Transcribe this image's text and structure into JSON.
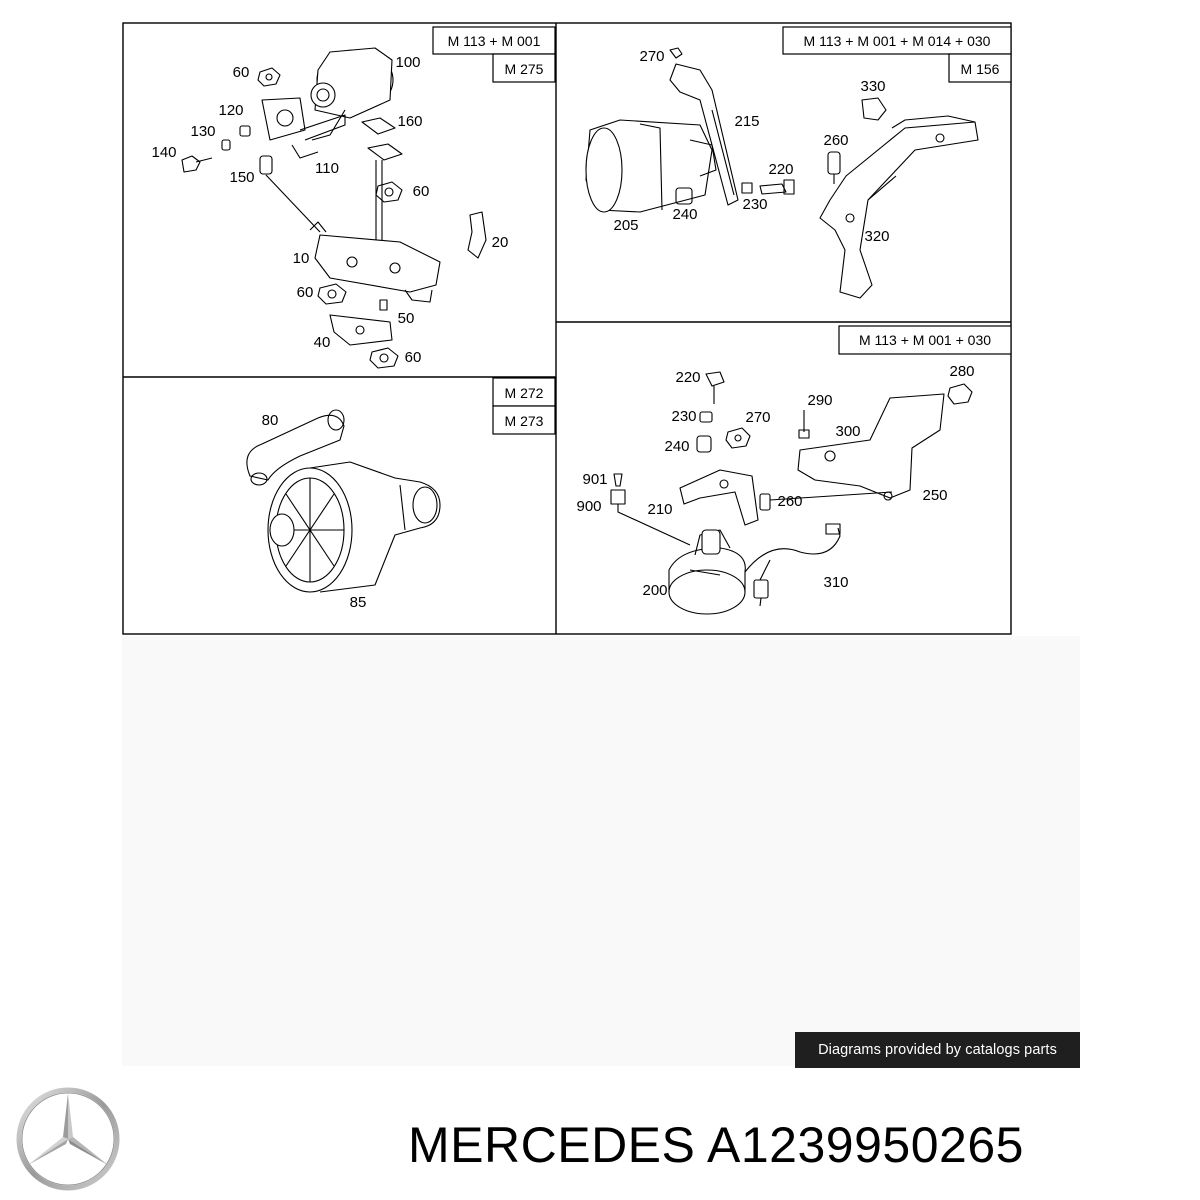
{
  "panels": {
    "top_left": {
      "headers": [
        "M 113 + M 001",
        "M 275"
      ],
      "callouts": [
        "100",
        "60",
        "120",
        "130",
        "140",
        "150",
        "160",
        "110",
        "60",
        "20",
        "10",
        "60",
        "50",
        "40",
        "60"
      ]
    },
    "top_right": {
      "headers": [
        "M 113 + M 001 + M 014 + 030",
        "M 156"
      ],
      "callouts": [
        "270",
        "215",
        "330",
        "260",
        "220",
        "240",
        "230",
        "205",
        "320"
      ]
    },
    "bottom_left": {
      "headers": [
        "M 272",
        "M 273"
      ],
      "callouts": [
        "80",
        "85"
      ]
    },
    "bottom_right": {
      "headers": [
        "M 113 + M 001 + 030"
      ],
      "callouts": [
        "220",
        "280",
        "290",
        "230",
        "270",
        "300",
        "240",
        "901",
        "900",
        "210",
        "260",
        "250",
        "310",
        "200"
      ]
    }
  },
  "footer": {
    "credit": "Diagrams provided by catalogs parts",
    "brand": "MERCEDES",
    "part_number": "A1239950265",
    "brand_line": "MERCEDES A1239950265"
  },
  "colors": {
    "line": "#000000",
    "credit_bg": "#1f1f1f",
    "credit_text": "#ffffff"
  },
  "logo_icon": "mercedes-star-icon"
}
